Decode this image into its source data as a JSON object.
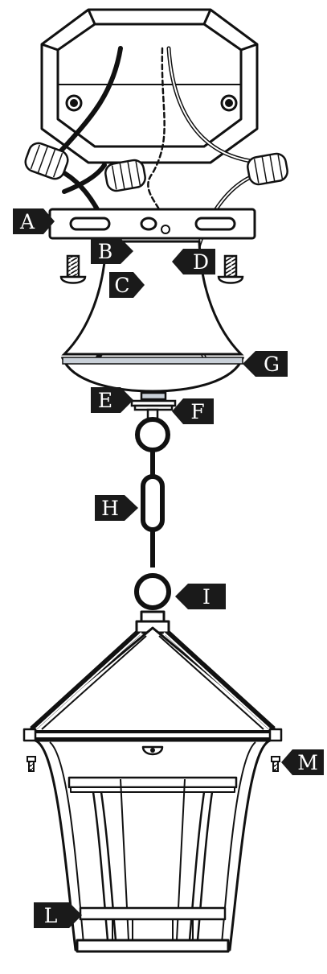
{
  "labels": {
    "A": "A",
    "B": "B",
    "C": "C",
    "D": "D",
    "E": "E",
    "F": "F",
    "G": "G",
    "H": "H",
    "I": "I",
    "L": "L",
    "M": "M"
  },
  "colors": {
    "ink": "#111111",
    "tag_fill": "#1a1a1a",
    "tag_text": "#ffffff",
    "canopy_band": "#c9d0d8",
    "paper": "#ffffff"
  }
}
